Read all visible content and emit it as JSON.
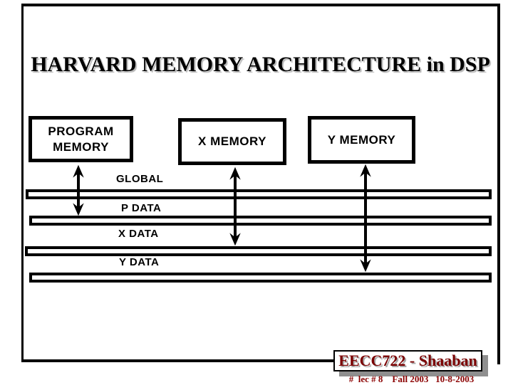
{
  "slide": {
    "title": "HARVARD MEMORY ARCHITECTURE in DSP",
    "memory_blocks": [
      "PROGRAM MEMORY",
      "X MEMORY",
      "Y MEMORY"
    ],
    "buses": [
      "GLOBAL",
      "P DATA",
      "X DATA",
      "Y DATA"
    ],
    "footer": {
      "course": "EECC722 - Shaaban",
      "lecture_info": "#  lec # 8    Fall 2003   10-8-2003"
    },
    "colors": {
      "maroon": "#7a0000",
      "footer_red": "#8b0000",
      "shadow_gray": "#8f8f8f",
      "ink": "#000000",
      "background": "#ffffff"
    }
  }
}
